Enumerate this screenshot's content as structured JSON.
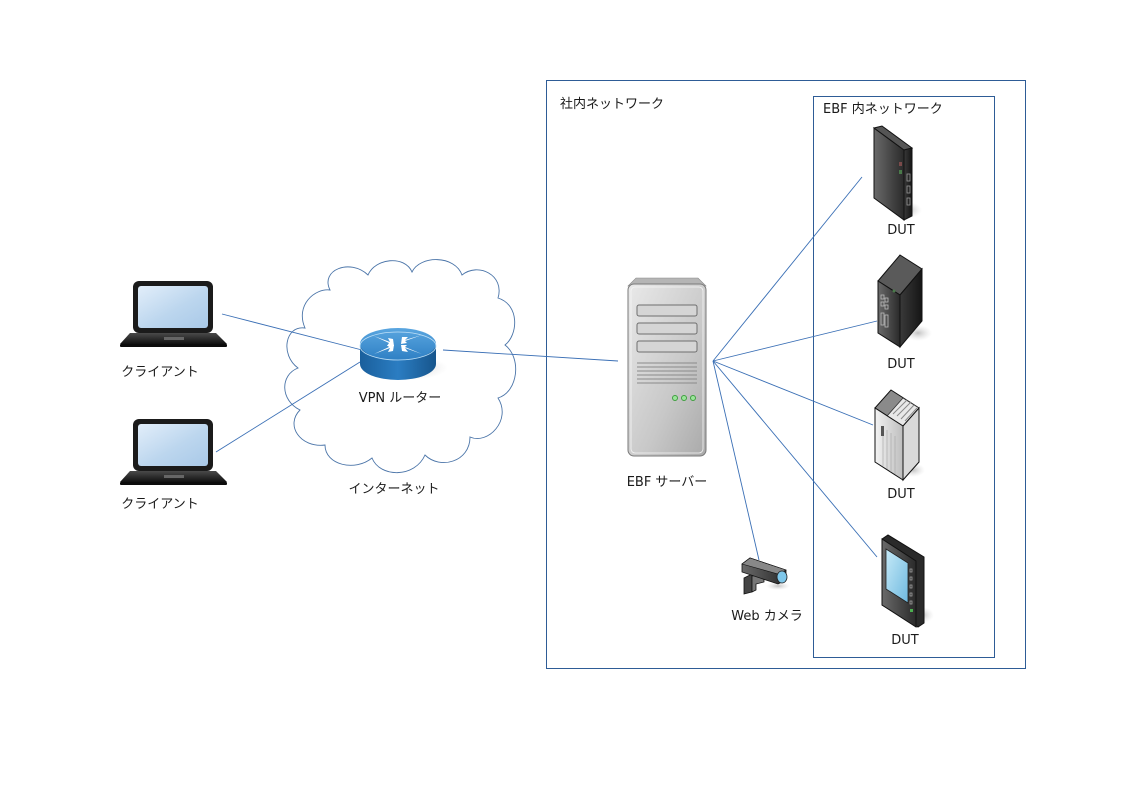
{
  "colors": {
    "line": "#3a6fb5",
    "frame": "#2e5c96",
    "cloud": "#4a74a8",
    "router_top": "#3d8ccf",
    "router_side": "#1f6aa8",
    "laptop_screen": "#bcd6ee",
    "server_body": "#c9c9c9",
    "server_led": "#4caf50",
    "dut_dark": "#3a3a3a",
    "panel_screen": "#8ccbe8"
  },
  "zones": {
    "corporate": {
      "label": "社内ネットワーク"
    },
    "ebf": {
      "label": "EBF 内ネットワーク"
    },
    "internet": {
      "label": "インターネット"
    }
  },
  "nodes": {
    "client1": {
      "label": "クライアント",
      "icon": "laptop-icon"
    },
    "client2": {
      "label": "クライアント",
      "icon": "laptop-icon"
    },
    "router": {
      "label": "VPN ルーター",
      "icon": "router-icon"
    },
    "server": {
      "label": "EBF サーバー",
      "icon": "tower-server-icon"
    },
    "camera": {
      "label": "Web カメラ",
      "icon": "webcam-icon"
    },
    "dut1": {
      "label": "DUT",
      "icon": "modem-icon"
    },
    "dut2": {
      "label": "DUT",
      "icon": "rack-server-icon"
    },
    "dut3": {
      "label": "DUT",
      "icon": "plc-icon"
    },
    "dut4": {
      "label": "DUT",
      "icon": "touch-panel-icon"
    }
  },
  "connections": [
    {
      "from": "client1",
      "to": "router"
    },
    {
      "from": "client2",
      "to": "router"
    },
    {
      "from": "router",
      "to": "server"
    },
    {
      "from": "server",
      "to": "dut1"
    },
    {
      "from": "server",
      "to": "dut2"
    },
    {
      "from": "server",
      "to": "dut3"
    },
    {
      "from": "server",
      "to": "dut4"
    },
    {
      "from": "server",
      "to": "camera"
    }
  ]
}
